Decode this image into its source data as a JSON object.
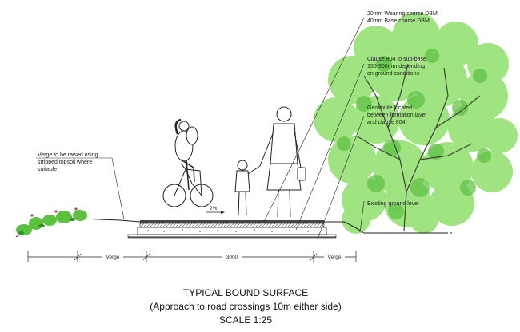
{
  "annotations": {
    "wearing_course": "20mm Wearing course DBM",
    "base_course": "40mm Base course DBM",
    "clause_804_line1": "Clause 804 to sub-base",
    "clause_804_line2": "150-300mm depending",
    "clause_804_line3": "on ground conditions",
    "geotextile_line1": "Geotextile located",
    "geotextile_line2": "between formation layer",
    "geotextile_line3": "and clause 804",
    "existing_ground": "Existing ground level",
    "verge_note_line1": "Verge to be raised using",
    "verge_note_line2": "stripped topsoil where",
    "verge_note_line3": "suitable",
    "fall": "2%"
  },
  "dimensions": {
    "verge_left": "Verge",
    "path_width": "3000",
    "verge_right": "Verge"
  },
  "caption": {
    "title": "TYPICAL BOUND SURFACE",
    "subtitle": "(Approach to road crossings 10m either side)",
    "scale": "SCALE 1:25"
  },
  "colors": {
    "foliage": "#7ed65a",
    "foliage_dark": "#4aa836",
    "line": "#222222"
  }
}
